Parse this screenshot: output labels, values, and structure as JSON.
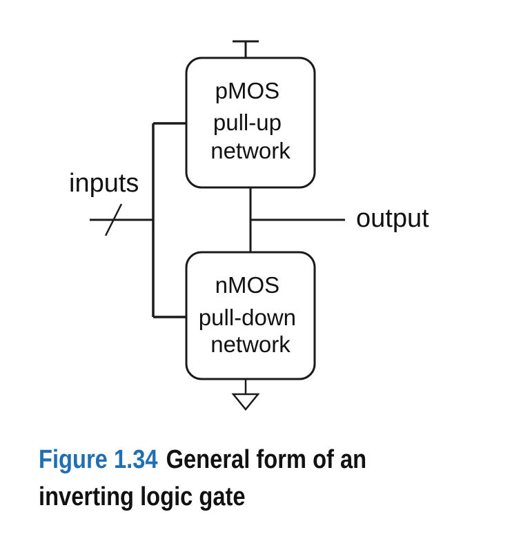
{
  "colors": {
    "line": "#1a1a1a",
    "figure_number": "#1f6fb4",
    "text": "#111111"
  },
  "pull_up": {
    "lines": [
      "pMOS",
      "pull-up",
      "network"
    ]
  },
  "pull_down": {
    "lines": [
      "nMOS",
      "pull-down",
      "network"
    ]
  },
  "labels": {
    "inputs": "inputs",
    "output": "output"
  },
  "caption": {
    "number": "Figure 1.34",
    "line1": "General form of an",
    "line2": "inverting logic gate"
  },
  "icons": {
    "supply": "vdd-supply-icon",
    "ground": "ground-icon",
    "bus": "bus-slash-icon"
  }
}
